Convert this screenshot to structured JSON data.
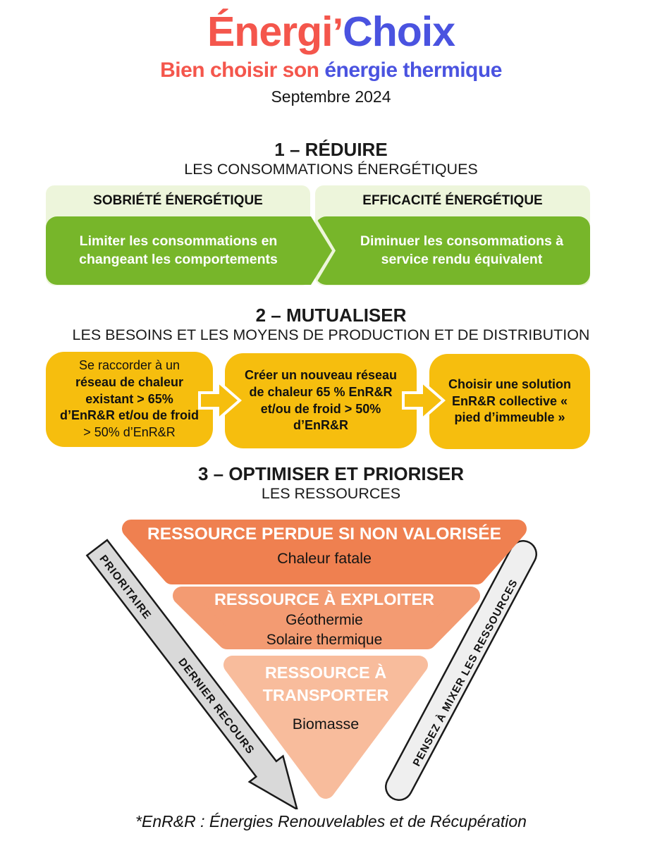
{
  "header": {
    "logo_part1": "Énergi",
    "logo_apostrophe": "’",
    "logo_part2": "Choix",
    "subtitle_part1": "Bien choisir son ",
    "subtitle_part2": "énergie thermique",
    "date": "Septembre 2024"
  },
  "section1": {
    "number_title": "1 – RÉDUIRE",
    "subtitle": "LES CONSOMMATIONS ÉNERGÉTIQUES",
    "left": {
      "header": "SOBRIÉTÉ ÉNERGÉTIQUE",
      "body": "Limiter les consommations en changeant les comportements"
    },
    "right": {
      "header": "EFFICACITÉ ÉNERGÉTIQUE",
      "body": "Diminuer les consommations à service rendu équivalent"
    }
  },
  "section2": {
    "number_title": "2 – MUTUALISER",
    "subtitle": "LES BESOINS ET LES MOYENS DE PRODUCTION ET DE DISTRIBUTION",
    "box1": {
      "seg_regular1": "Se raccorder à un ",
      "seg_bold": "réseau de chaleur existant > 65% d’EnR&R et/ou de froid",
      "seg_regular2": " > 50% d’EnR&R"
    },
    "box2": {
      "text": "Créer un nouveau réseau de chaleur 65 % EnR&R et/ou de froid > 50% d’EnR&R"
    },
    "box3": {
      "text": "Choisir une solution EnR&R collective « pied d’immeuble »"
    }
  },
  "section3": {
    "number_title": "3 – OPTIMISER ET PRIORISER",
    "subtitle": "LES RESSOURCES",
    "levels": [
      {
        "title": "RESSOURCE PERDUE SI NON VALORISÉE",
        "items": [
          "Chaleur fatale"
        ]
      },
      {
        "title": "RESSOURCE À EXPLOITER",
        "items": [
          "Géothermie",
          "Solaire thermique"
        ]
      },
      {
        "title": "RESSOURCE À TRANSPORTER",
        "items": [
          "Biomasse"
        ]
      }
    ],
    "left_band": {
      "top_label": "PRIORITAIRE",
      "bottom_label": "DERNIER RECOURS"
    },
    "right_band": {
      "label": "PENSEZ À MIXER LES RESSOURCES"
    }
  },
  "footer": {
    "note": "*EnR&R : Énergies Renouvelables et de Récupération"
  },
  "colors": {
    "logo_red": "#f4564c",
    "logo_blue": "#4a53e0",
    "green_light": "#edf5db",
    "green": "#77b62a",
    "yellow": "#f6be0e",
    "orange_level1": "#ef8050",
    "orange_level2": "#f39b72",
    "orange_level3": "#f8bc9c",
    "band_gray_left": "#d9d9d9",
    "band_gray_right": "#efefef"
  }
}
